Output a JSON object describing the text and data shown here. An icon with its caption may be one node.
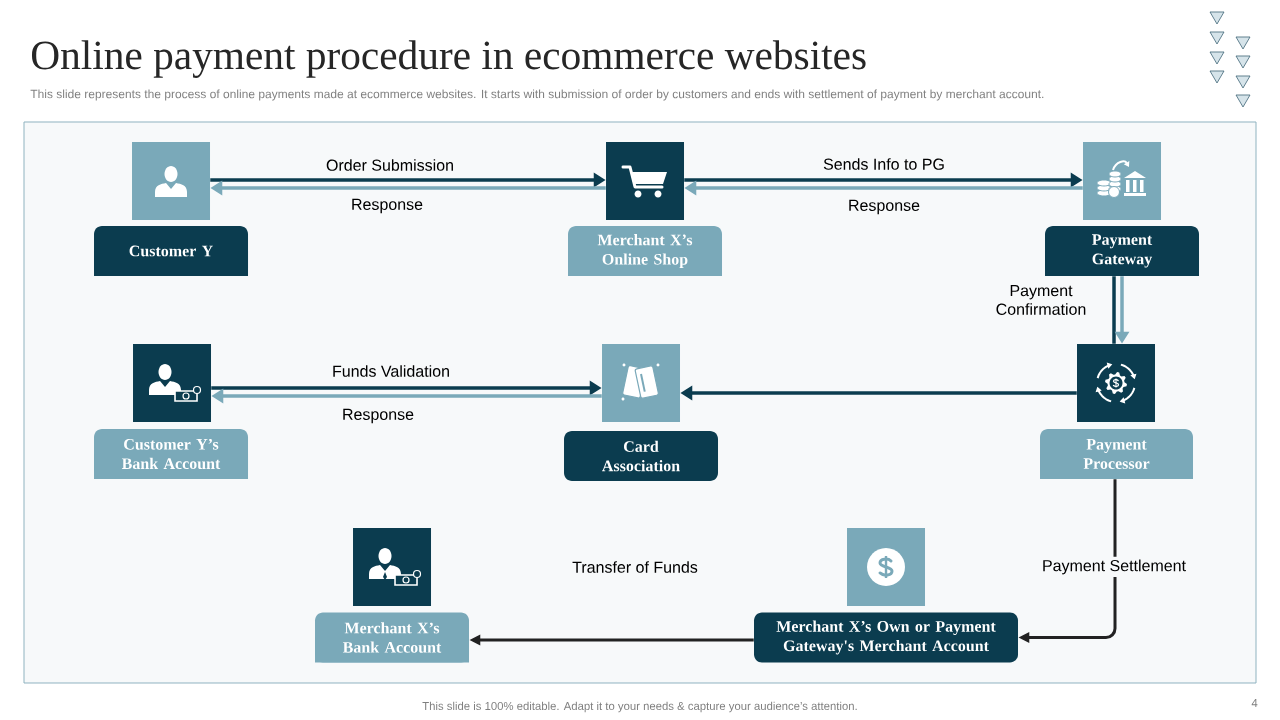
{
  "diagram": {
    "title": "Online payment procedure in ecommerce websites",
    "nodes": [
      {
        "text": [
          "Customer Y"
        ]
      },
      {
        "text": [
          "Merchant X’s Online Shop"
        ]
      },
      {
        "text": [
          "Payment Gateway"
        ]
      },
      {
        "text": [
          "Customer Y’s Bank Account"
        ]
      },
      {
        "text": [
          "Card Association"
        ]
      },
      {
        "text": [
          "Payment Processor"
        ]
      },
      {
        "text": [
          "Merchant X’s Bank Account"
        ]
      },
      {
        "text": [
          "Merchant X’s Own or Payment Gateway's Merchant Account"
        ]
      }
    ],
    "edges": [
      {
        "from": 0,
        "to": 1,
        "arrow": "to",
        "label": "Order Submission"
      },
      {
        "from": 1,
        "to": 0,
        "arrow": "to",
        "label": "Response",
        "color": "#7aa9b9"
      },
      {
        "from": 1,
        "to": 2,
        "arrow": "to",
        "label": "Sends Info to PG"
      },
      {
        "from": 2,
        "to": 1,
        "arrow": "to",
        "label": "Response",
        "color": "#7aa9b9"
      },
      {
        "from": 2,
        "to": 5,
        "arrow": "none",
        "label": "Payment Confirmation"
      },
      {
        "from": 2,
        "to": 5,
        "arrow": "to",
        "color": "#7aa9b9"
      },
      {
        "from": 5,
        "to": 4,
        "arrow": "to"
      },
      {
        "from": 3,
        "to": 4,
        "arrow": "to",
        "label": "Funds Validation"
      },
      {
        "from": 4,
        "to": 3,
        "arrow": "to",
        "label": "Response",
        "color": "#7aa9b9"
      },
      {
        "from": 7,
        "to": 6,
        "arrow": "to",
        "label": "Transfer of Funds",
        "color": "#222222"
      },
      {
        "from": 5,
        "to": 7,
        "arrow": "to",
        "label": "Payment Settlement",
        "color": "#222222"
      }
    ],
    "labels": [
      "This slide represents the process of online payments made at ecommerce websites. It starts with submission of order by customers and ends with settlement of payment by merchant account.",
      "This slide is 100% editable. Adapt it to your needs & capture your audience’s attention.",
      "4"
    ]
  }
}
